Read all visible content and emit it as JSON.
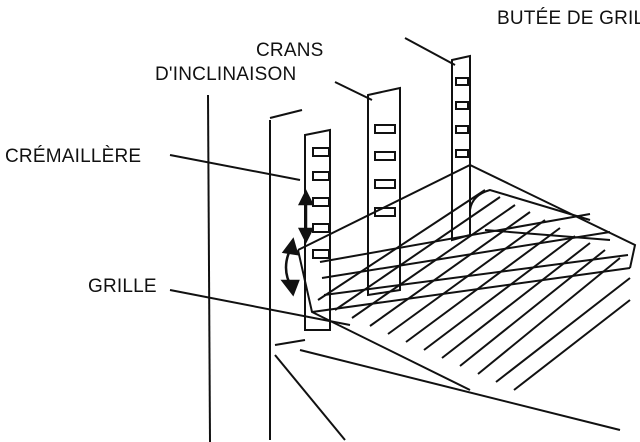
{
  "labels": {
    "butee": "BUTÉE DE GRILLE",
    "crans_line1": "CRANS",
    "crans_line2": "D'INCLINAISON",
    "cremaillere": "CRÉMAILLÈRE",
    "grille": "GRILLE"
  }
}
